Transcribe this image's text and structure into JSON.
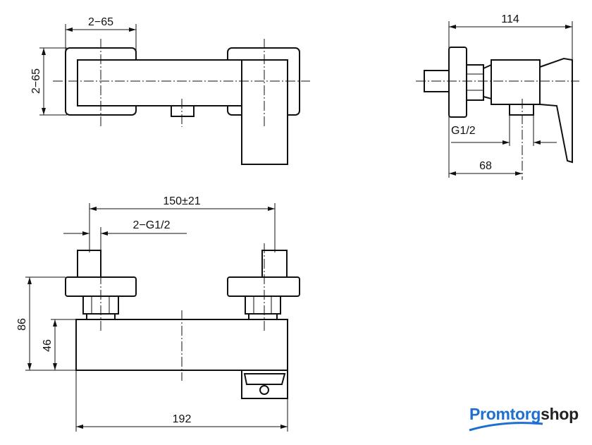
{
  "dimensions": {
    "top_width": "2−65",
    "top_height": "2−65",
    "side_depth": "114",
    "side_thread": "G1/2",
    "side_outlet": "68",
    "centers": "150±21",
    "inlet_thread": "2−G1/2",
    "total_height": "86",
    "body_height": "46",
    "total_length": "192"
  },
  "logo": {
    "part1": "Promtorg",
    "part2": "shop",
    "brand_color": "#1f6fd1"
  }
}
